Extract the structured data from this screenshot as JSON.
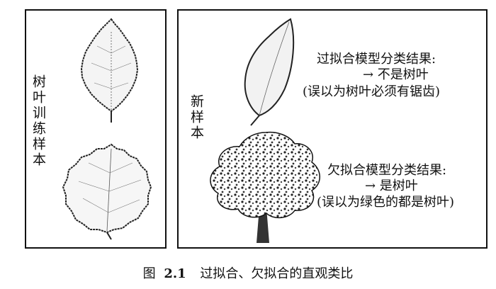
{
  "left_panel": {
    "label": "树叶训练样本"
  },
  "right_panel": {
    "label": "新样本",
    "overfit": {
      "title": "过拟合模型分类结果:",
      "result": "→ 不是树叶",
      "reason": "(误以为树叶必须有锯齿)"
    },
    "underfit": {
      "title": "欠拟合模型分类结果:",
      "result": "→ 是树叶",
      "reason": "(误以为绿色的都是树叶)"
    }
  },
  "caption": {
    "prefix": "图",
    "number": "2.1",
    "text": "过拟合、欠拟合的直观类比"
  }
}
